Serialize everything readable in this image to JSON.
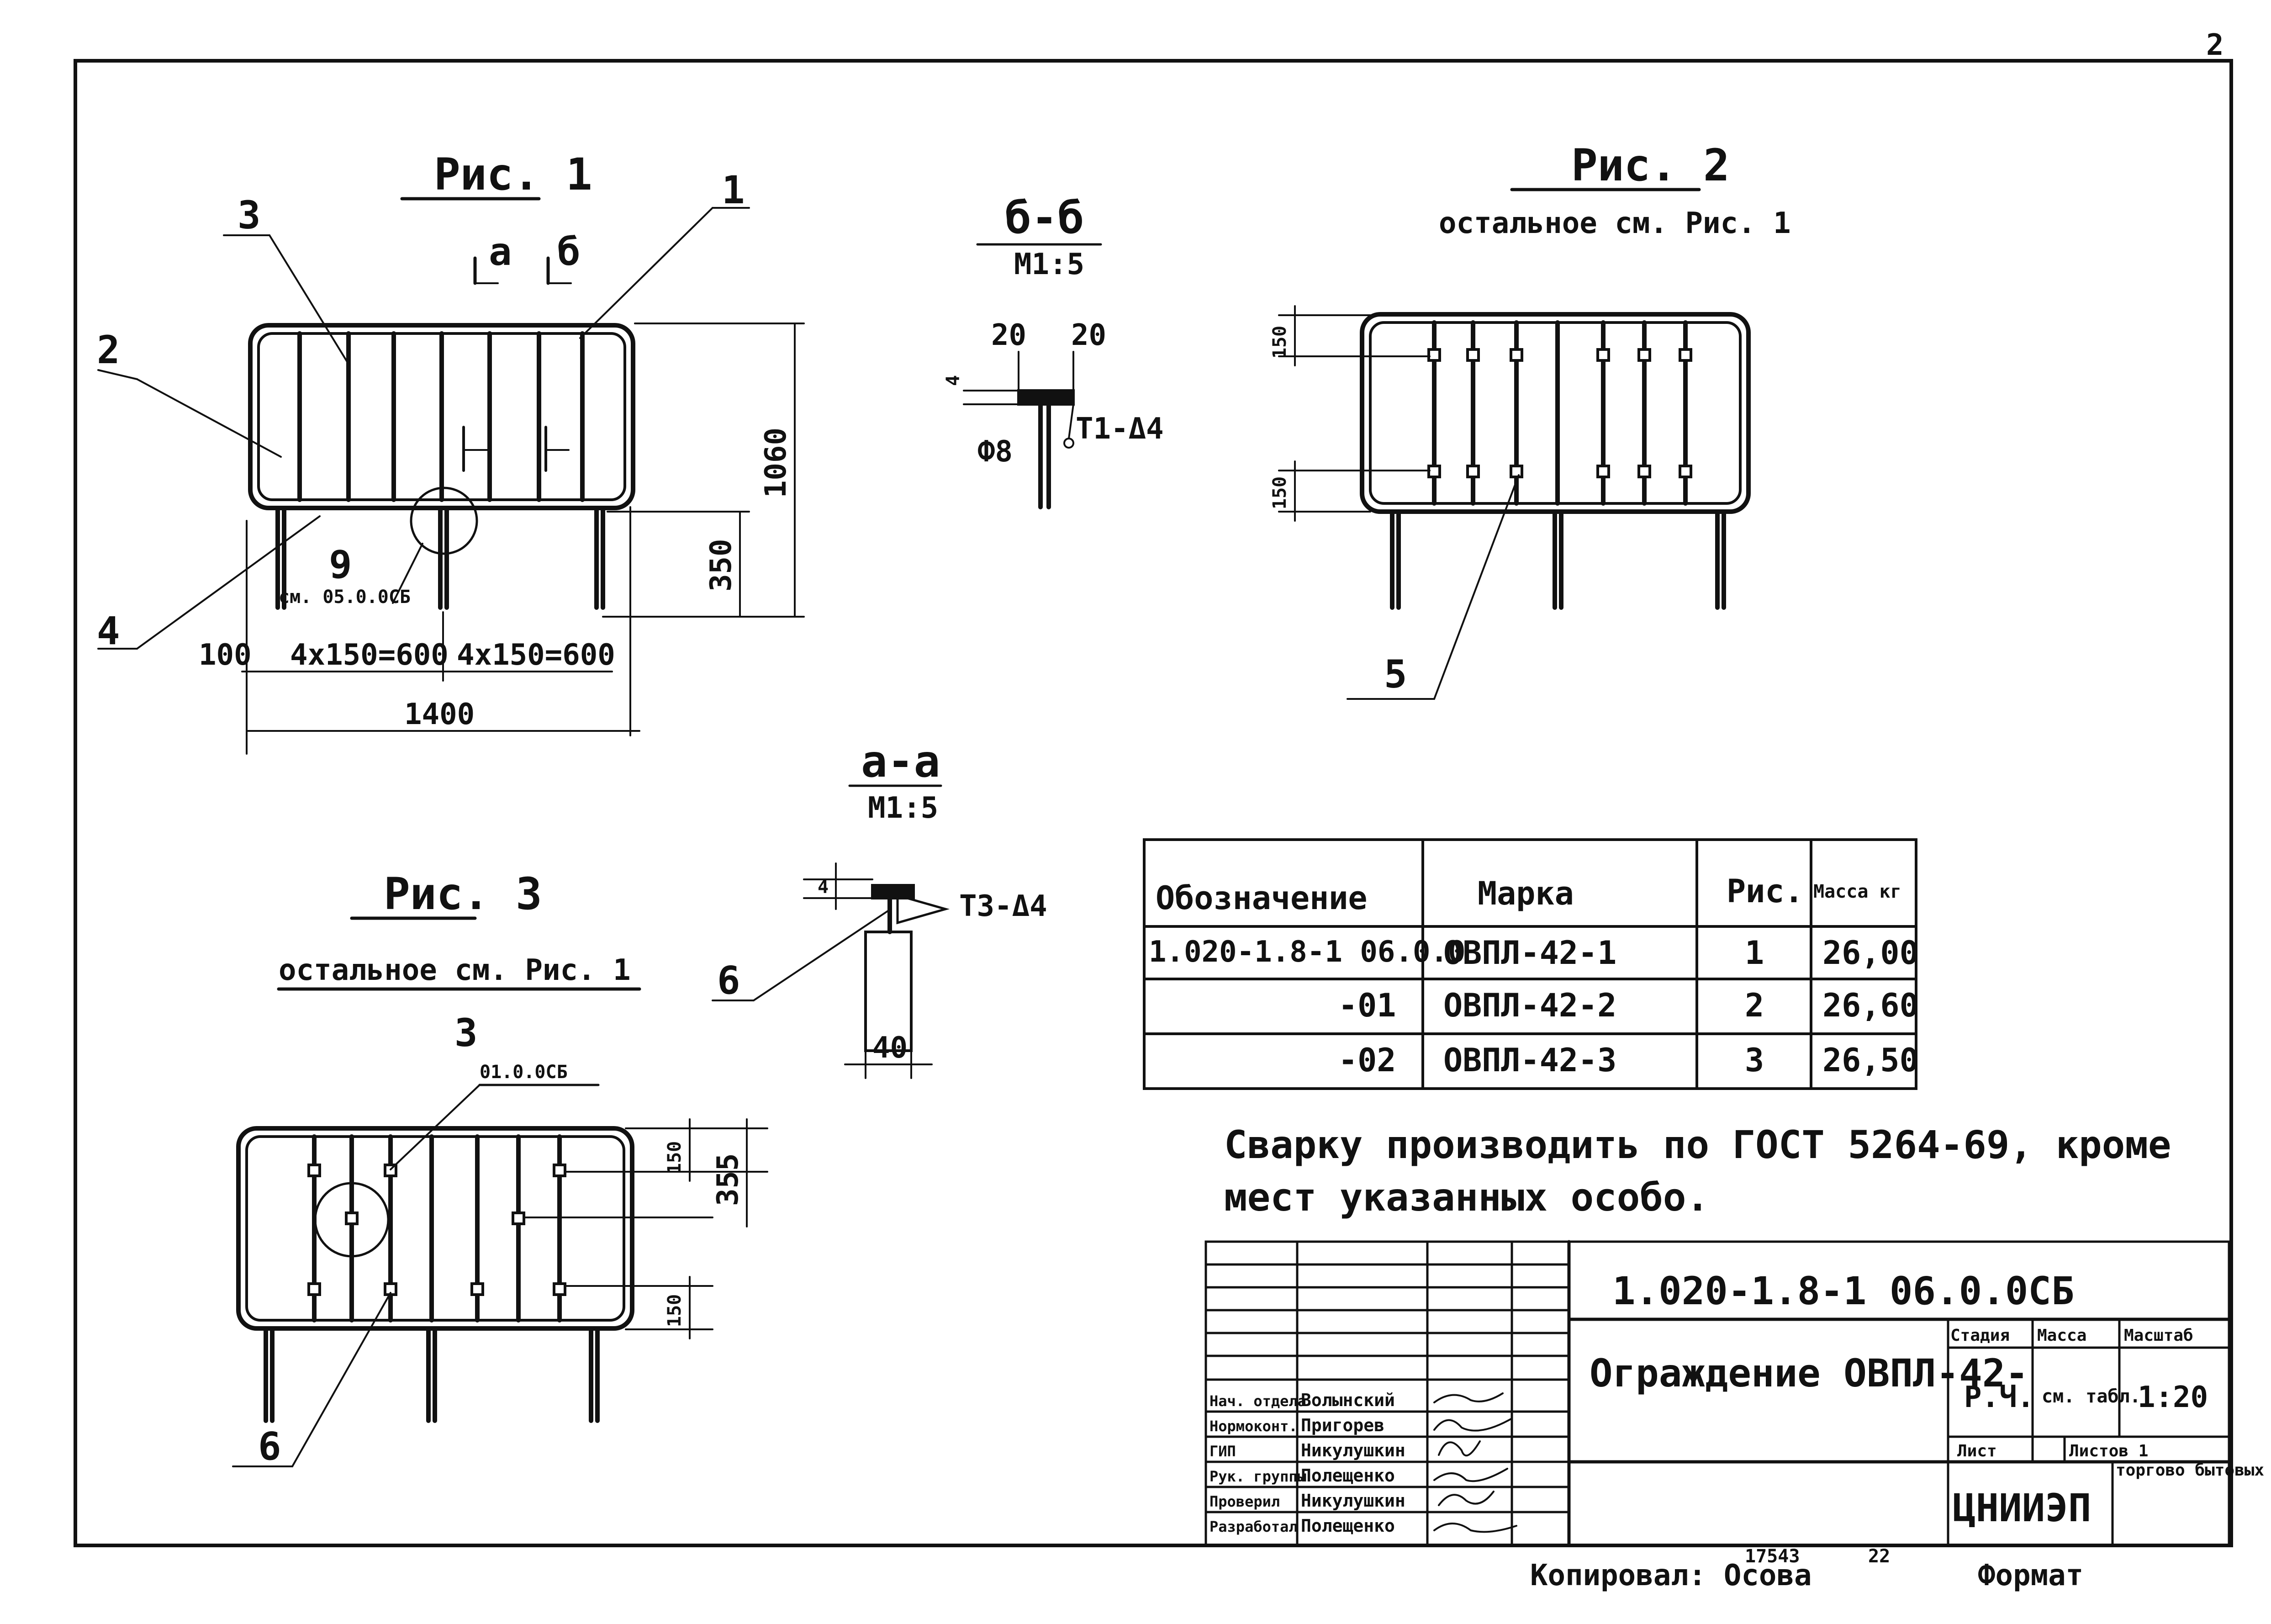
{
  "page_number": "2",
  "figures": {
    "fig1": {
      "title": "Рис. 1",
      "pos_1": "1",
      "pos_2": "2",
      "pos_3": "3",
      "pos_4": "4",
      "node_9": "9",
      "node_9_ref": "см. 05.0.0СБ",
      "cut_a": "а",
      "cut_b": "б",
      "dim_height": "1060",
      "dim_leg": "350",
      "dim_left": "100",
      "dim_seg1": "4х150=600",
      "dim_seg2": "4х150=600",
      "dim_total": "1400"
    },
    "fig2": {
      "title": "Рис. 2",
      "subtitle": "остальное см. Рис. 1",
      "dim_top": "150",
      "dim_bottom": "150",
      "pos_5": "5"
    },
    "fig3": {
      "title": "Рис. 3",
      "subtitle": "остальное см. Рис. 1",
      "node_3": "3",
      "node_3_ref": "01.0.0СБ",
      "dim_top": "150",
      "dim_mid": "355",
      "dim_bottom": "150",
      "pos_6": "6"
    }
  },
  "sections": {
    "bb": {
      "title": "б-б",
      "scale": "М1:5",
      "dim_w1": "20",
      "dim_w2": "20",
      "dim_t": "4",
      "rod": "Ф8",
      "weld": "Т1-Δ4"
    },
    "aa": {
      "title": "а-а",
      "scale": "М1:5",
      "dim_t": "4",
      "weld": "Т3-Δ4",
      "pos_6": "6",
      "dim_w": "40"
    }
  },
  "spec_table": {
    "headers": [
      "Обозначение",
      "Марка",
      "Рис.",
      "Масса кг"
    ],
    "rows": [
      [
        "1.020-1.8-1   06.0.0",
        "ОВПЛ-42-1",
        "1",
        "26,00"
      ],
      [
        "-01",
        "ОВПЛ-42-2",
        "2",
        "26,60"
      ],
      [
        "-02",
        "ОВПЛ-42-3",
        "3",
        "26,50"
      ]
    ]
  },
  "note_line1": "Сварку производить по ГОСТ 5264-69, кроме",
  "note_line2": "мест указанных особо.",
  "title_block": {
    "doc_code": "1.020-1.8-1   06.0.0СБ",
    "name": "Ограждение ОВПЛ-42-",
    "stage_header": "Стадия",
    "mass_header": "Масса",
    "scale_header": "Масштаб",
    "stage": "Р.Ч.",
    "mass": "см. табл.",
    "scale": "1:20",
    "sheet_label": "Лист",
    "sheets_label": "Листов 1",
    "org": "ЦНИИЭП",
    "org_desc": "торгово бытовых зданий и туристских комплексов",
    "staff": [
      {
        "role": "Нач. отдела",
        "name": "Волынский"
      },
      {
        "role": "Нормоконт.",
        "name": "Пригорев"
      },
      {
        "role": "ГИП",
        "name": "Никулушкин"
      },
      {
        "role": "Рук. группы",
        "name": "Полещенко"
      },
      {
        "role": "Проверил",
        "name": "Никулушкин"
      },
      {
        "role": "Разработал",
        "name": "Полещенко"
      }
    ]
  },
  "footer": {
    "copied": "Копировал: Осова",
    "stamp": "17543",
    "num": "22",
    "format": "Формат"
  }
}
